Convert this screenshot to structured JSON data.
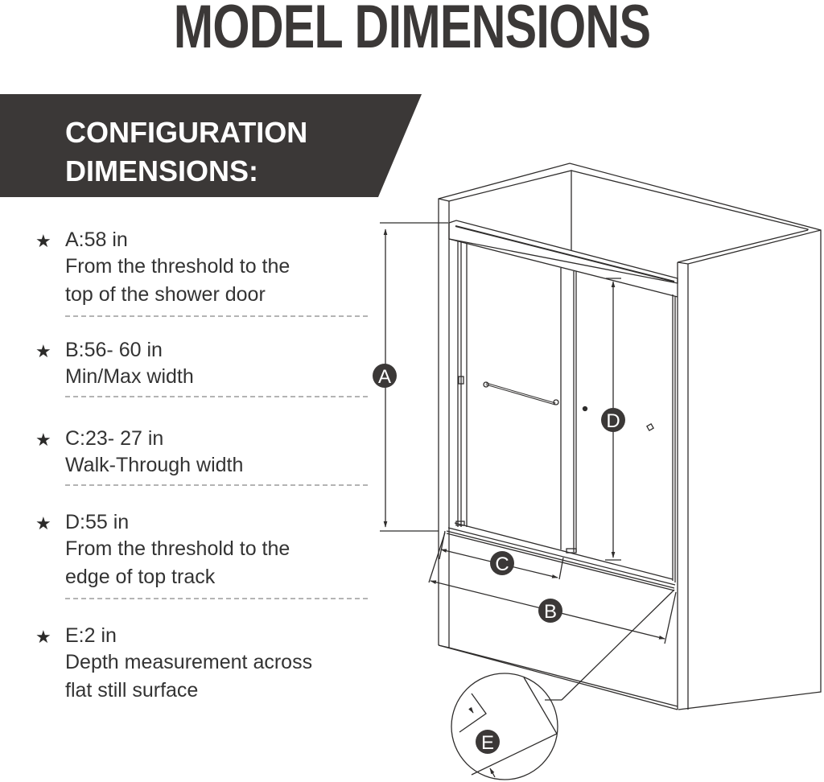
{
  "page_title": "MODEL DIMENSIONS",
  "banner": {
    "line1": "CONFIGURATION",
    "line2": "DIMENSIONS:",
    "color": "#3b3837"
  },
  "specs": [
    {
      "icon": "star-icon",
      "head": "A:58 in",
      "desc_lines": [
        "From the threshold to the",
        "top of the shower door"
      ]
    },
    {
      "icon": "star-icon",
      "head": "B:56- 60 in",
      "desc_lines": [
        "Min/Max width"
      ]
    },
    {
      "icon": "star-icon",
      "head": "C:23- 27 in",
      "desc_lines": [
        "Walk-Through width"
      ]
    },
    {
      "icon": "star-icon",
      "head": "D:55 in",
      "desc_lines": [
        "From the threshold to the",
        "edge of top track"
      ]
    },
    {
      "icon": "star-icon",
      "head": "E:2 in",
      "desc_lines": [
        "Depth measurement across",
        "flat still surface"
      ]
    }
  ],
  "diagram": {
    "labels": {
      "a": "A",
      "b": "B",
      "c": "C",
      "d": "D",
      "e": "E"
    },
    "line_color": "#2f2d2c",
    "marker_fill": "#3b3837"
  }
}
